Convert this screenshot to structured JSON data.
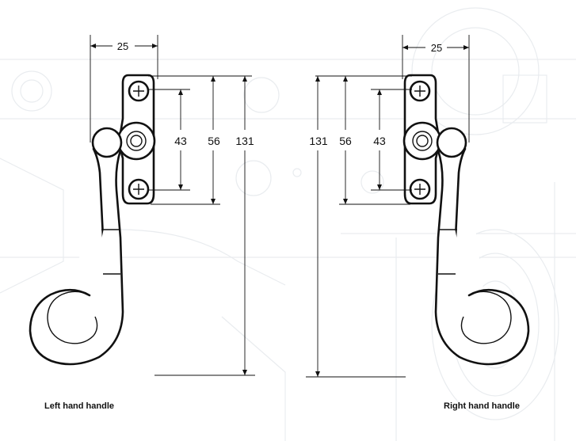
{
  "captions": {
    "left": "Left hand handle",
    "right": "Right hand handle"
  },
  "left_handle": {
    "width": "25",
    "fixing_centres": "43",
    "plate_height": "56",
    "overall_height": "131"
  },
  "right_handle": {
    "width": "25",
    "fixing_centres": "43",
    "plate_height": "56",
    "overall_height": "131"
  }
}
